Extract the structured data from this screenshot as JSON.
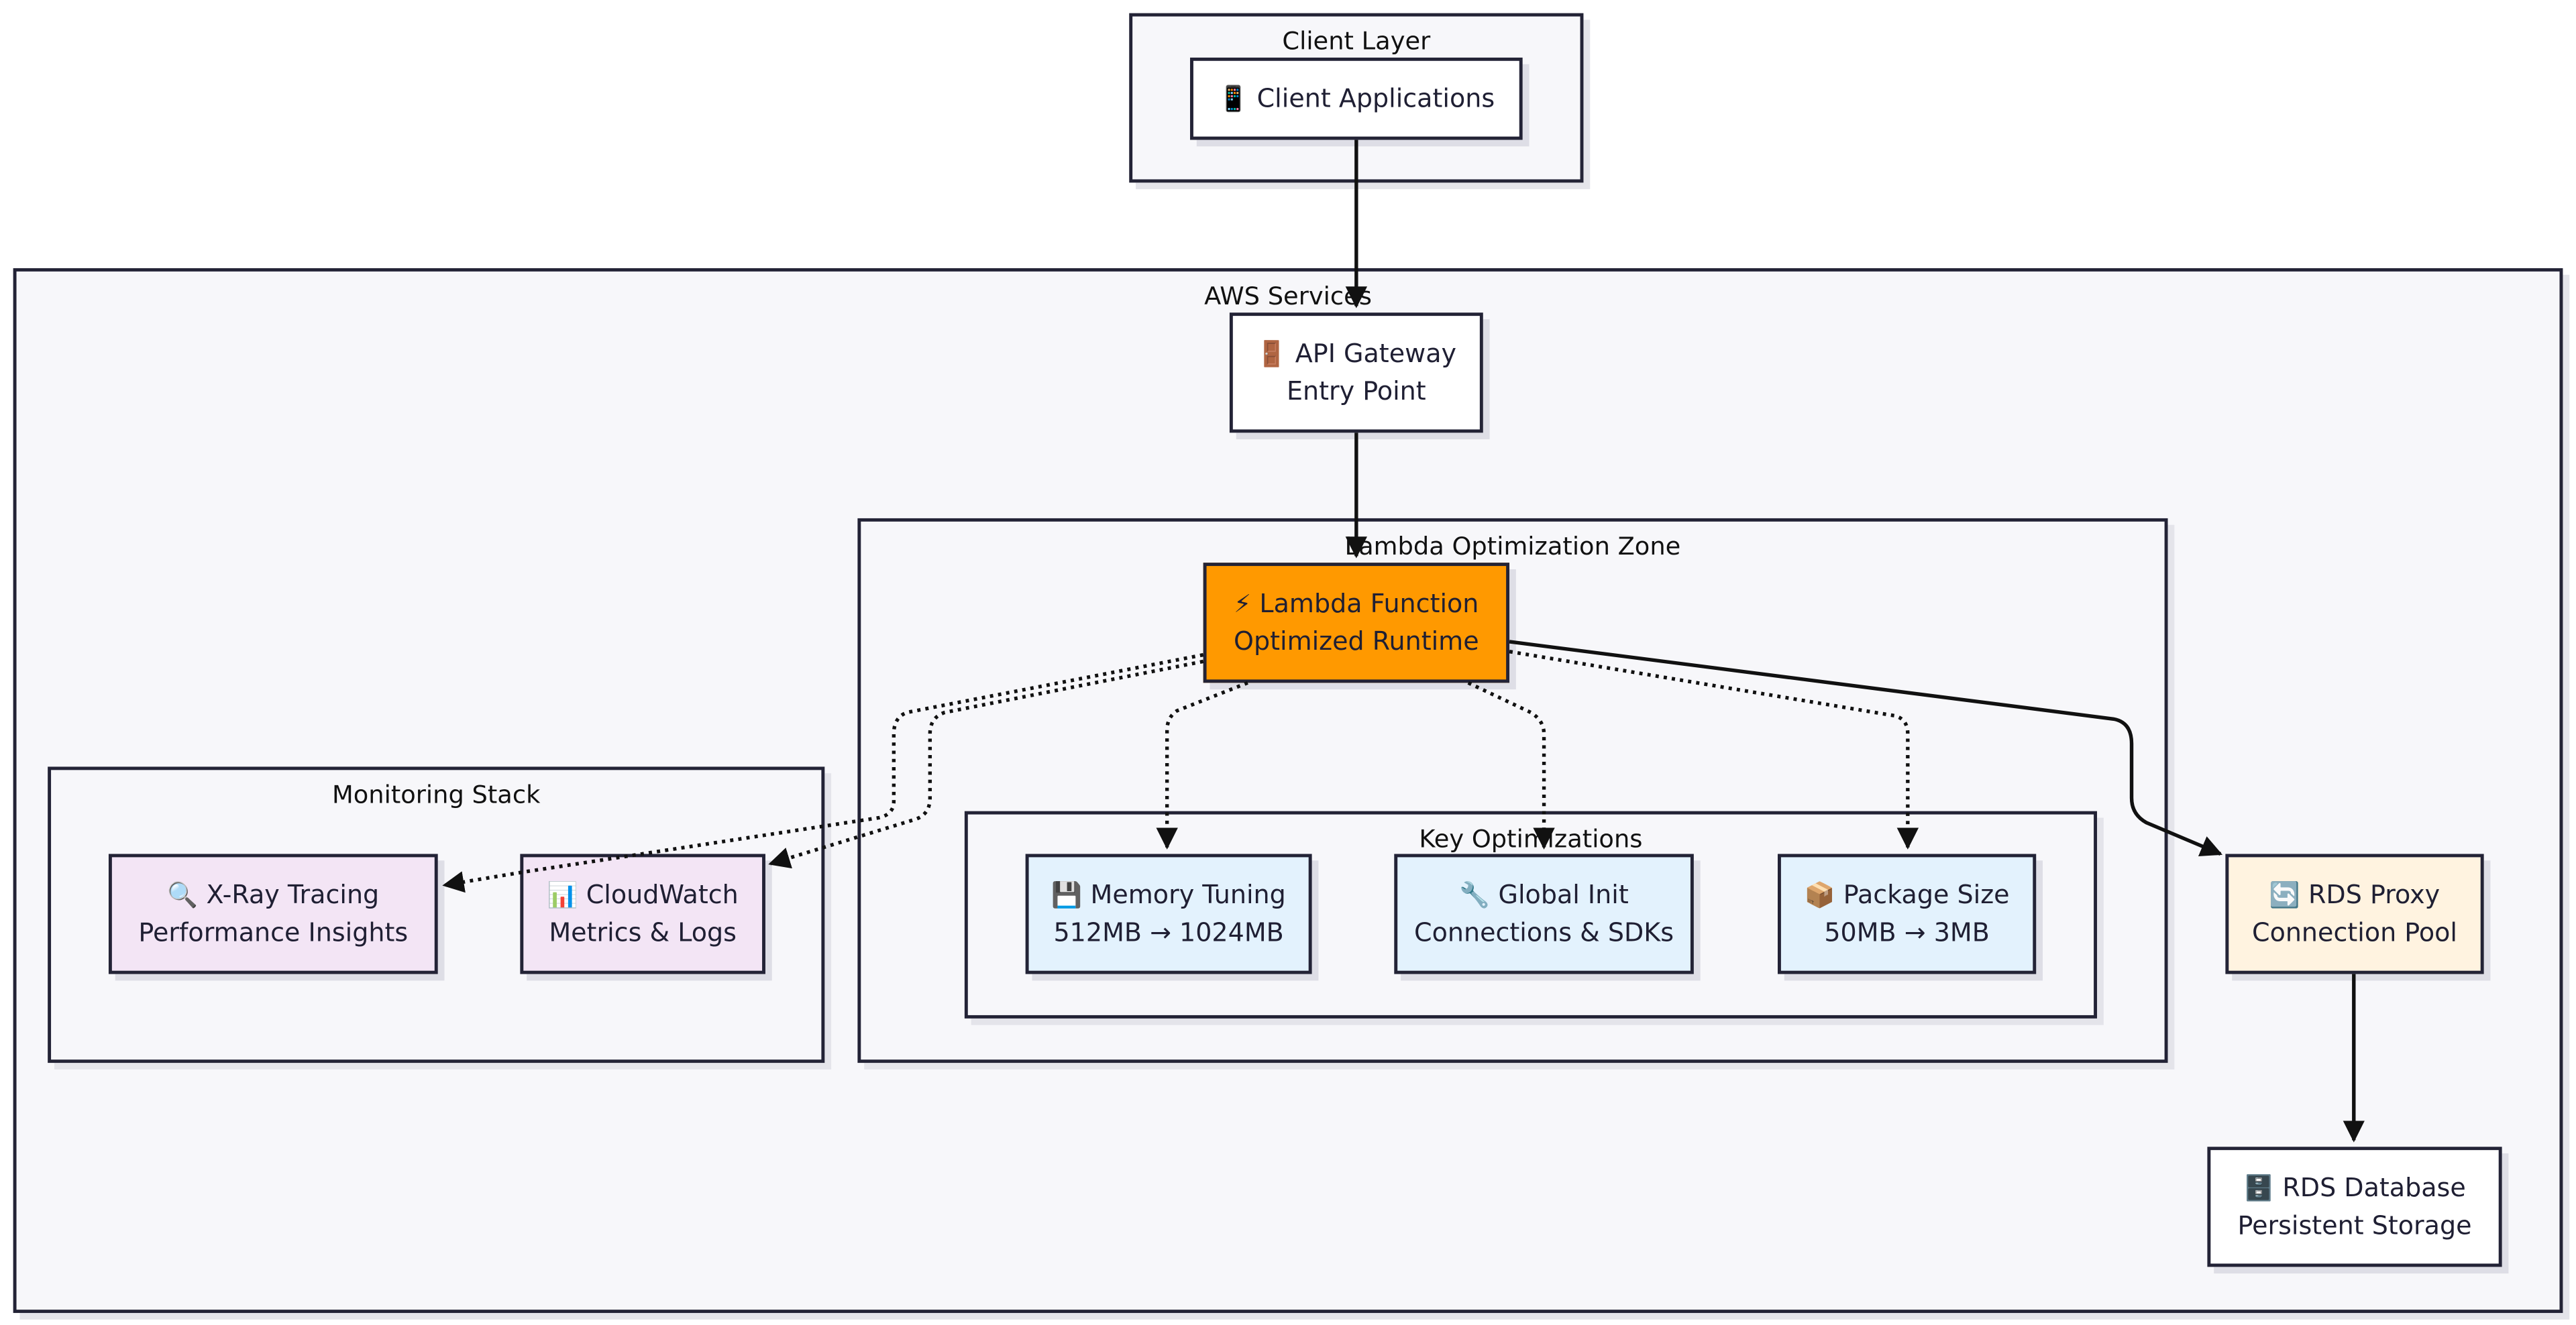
{
  "colors": {
    "border": "#232336",
    "group_bg": "#f7f7fa",
    "node_bg": "#ffffff",
    "lambda_bg": "#ff9900",
    "monitoring_bg": "#f3e5f5",
    "optimization_bg": "#e3f2fd",
    "proxy_bg": "#fff3e0"
  },
  "groups": {
    "client_layer": "Client Layer",
    "aws_services": "AWS Services",
    "lambda_zone": "Lambda Optimization Zone",
    "monitoring": "Monitoring Stack",
    "key_optimizations": "Key Optimizations"
  },
  "nodes": {
    "client": {
      "icon": "📱",
      "icon_name": "mobile-phone-icon",
      "line1": "Client Applications"
    },
    "api_gateway": {
      "icon": "🚪",
      "icon_name": "door-icon",
      "line1": "API Gateway",
      "line2": "Entry Point"
    },
    "lambda": {
      "icon": "⚡",
      "icon_name": "lightning-icon",
      "line1": "Lambda Function",
      "line2": "Optimized Runtime"
    },
    "xray": {
      "icon": "🔍",
      "icon_name": "magnifier-icon",
      "line1": "X-Ray Tracing",
      "line2": "Performance Insights"
    },
    "cloudwatch": {
      "icon": "📊",
      "icon_name": "bar-chart-icon",
      "line1": "CloudWatch",
      "line2": "Metrics & Logs"
    },
    "memory": {
      "icon": "💾",
      "icon_name": "floppy-disk-icon",
      "line1": "Memory Tuning",
      "line2": "512MB → 1024MB"
    },
    "global_init": {
      "icon": "🔧",
      "icon_name": "wrench-icon",
      "line1": "Global Init",
      "line2": "Connections & SDKs"
    },
    "package": {
      "icon": "📦",
      "icon_name": "package-icon",
      "line1": "Package Size",
      "line2": "50MB → 3MB"
    },
    "rds_proxy": {
      "icon": "🔄",
      "icon_name": "refresh-icon",
      "line1": "RDS Proxy",
      "line2": "Connection Pool"
    },
    "rds_db": {
      "icon": "🗄️",
      "icon_name": "file-cabinet-icon",
      "line1": "RDS Database",
      "line2": "Persistent Storage"
    }
  },
  "edges": [
    {
      "from": "client",
      "to": "api_gateway",
      "style": "solid"
    },
    {
      "from": "api_gateway",
      "to": "lambda",
      "style": "solid"
    },
    {
      "from": "lambda",
      "to": "memory",
      "style": "dotted"
    },
    {
      "from": "lambda",
      "to": "global_init",
      "style": "dotted"
    },
    {
      "from": "lambda",
      "to": "package",
      "style": "dotted"
    },
    {
      "from": "lambda",
      "to": "rds_proxy",
      "style": "solid"
    },
    {
      "from": "rds_proxy",
      "to": "rds_db",
      "style": "solid"
    },
    {
      "from": "lambda",
      "to": "cloudwatch",
      "style": "dotted"
    },
    {
      "from": "lambda",
      "to": "xray",
      "style": "dotted"
    }
  ]
}
